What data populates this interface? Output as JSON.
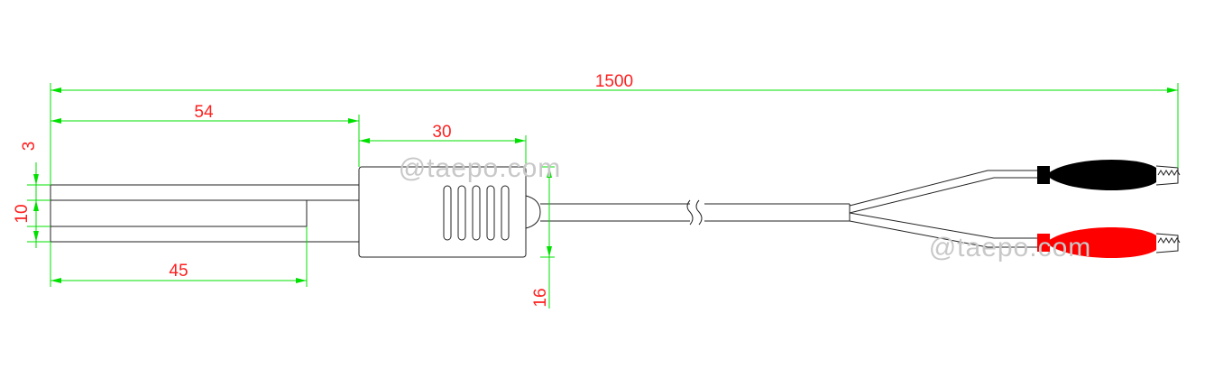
{
  "dimensions": {
    "total_length": "1500",
    "fork_length": "54",
    "handle_length": "30",
    "slot_depth": "45",
    "prong_width": "3",
    "fork_height": "10",
    "handle_height": "16"
  },
  "watermark": {
    "text": "@taepo.com"
  },
  "colors": {
    "dimension_line": "#00e000",
    "dimension_text": "#ff2020",
    "black_clip": "#000000",
    "red_clip": "#ff0000"
  }
}
